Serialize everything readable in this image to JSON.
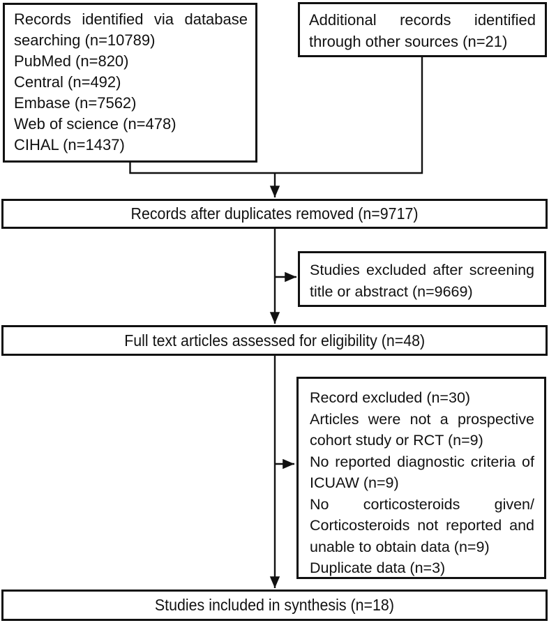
{
  "colors": {
    "line": "#111111",
    "background": "#ffffff"
  },
  "boxes": {
    "identification": {
      "lines": [
        "Records identified via database",
        "searching (n=10789)",
        "PubMed (n=820)",
        "Central (n=492)",
        "Embase (n=7562)",
        "Web of science (n=478)",
        "CIHAL (n=1437)"
      ]
    },
    "additional": {
      "lines": [
        "Additional records identified",
        "through other sources (n=21)"
      ]
    },
    "duplicates_removed": {
      "text": "Records after duplicates removed (n=9717)"
    },
    "screening_excluded": {
      "lines": [
        "Studies excluded after screening",
        "title or abstract (n=9669)"
      ]
    },
    "fulltext_assessed": {
      "text": "Full text articles assessed for eligibility (n=48)"
    },
    "fulltext_excluded": {
      "lines": [
        "Record excluded (n=30)",
        "Articles were not a prospective",
        "cohort study or RCT (n=9)",
        "No reported diagnostic criteria of",
        "ICUAW (n=9)",
        "No corticosteroids given/",
        "Corticosteroids not reported and",
        "unable to obtain data (n=9)",
        "Duplicate data (n=3)"
      ]
    },
    "included": {
      "text": "Studies included in synthesis (n=18)"
    }
  }
}
